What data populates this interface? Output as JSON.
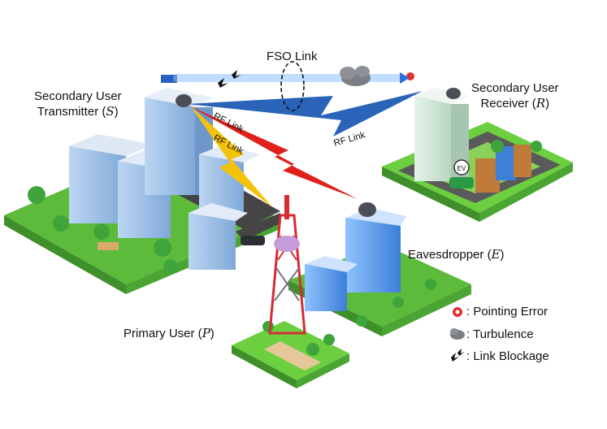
{
  "labels": {
    "fso_link": "FSO Link",
    "rf_link": "RF Link",
    "secondary_tx": "Secondary User",
    "secondary_tx_line2": "Transmitter",
    "secondary_tx_symbol": "S",
    "secondary_rx": "Secondary User",
    "secondary_rx_line2": "Receiver",
    "secondary_rx_symbol": "R",
    "eavesdropper": "Eavesdropper",
    "eavesdropper_symbol": "E",
    "primary_user": "Primary User",
    "primary_user_symbol": "P",
    "ev_tag": "EV"
  },
  "legend": [
    {
      "icon": "pointing-error-icon",
      "text": ": Pointing Error"
    },
    {
      "icon": "turbulence-icon",
      "text": ": Turbulence"
    },
    {
      "icon": "link-blockage-icon",
      "text": ": Link Blockage"
    }
  ],
  "colors": {
    "fso_beam": "#2f6fd6",
    "rf_blue": "#2a63b8",
    "rf_red": "#e0201b",
    "rf_yellow": "#f5c20b",
    "grass": "#5dbb3c",
    "road": "#444444"
  }
}
